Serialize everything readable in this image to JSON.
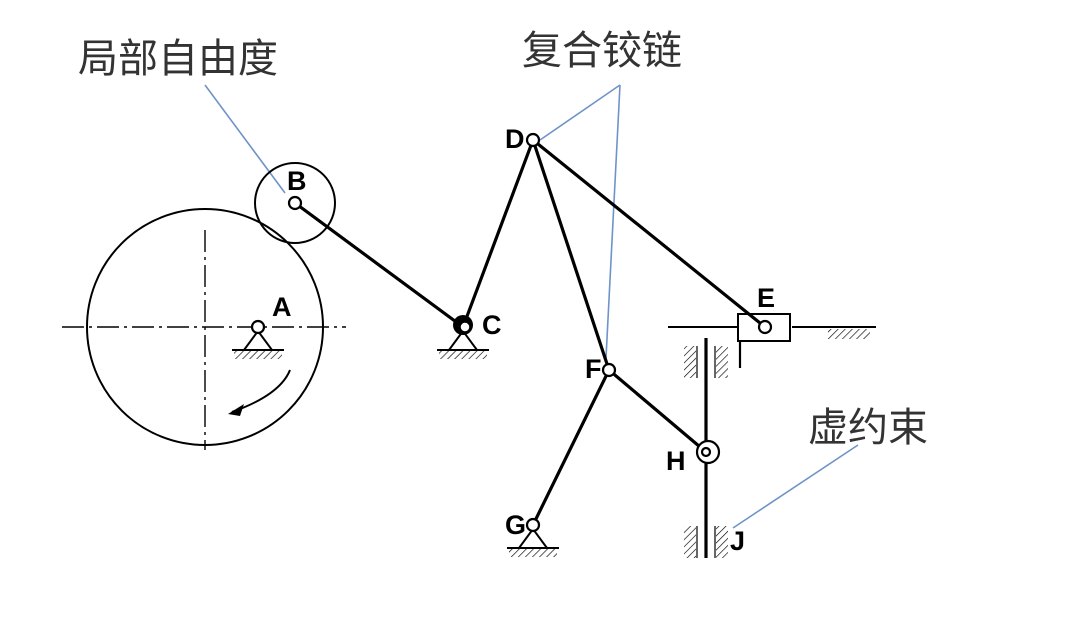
{
  "annotations": {
    "local_dof": "局部自由度",
    "compound_hinge": "复合铰链",
    "redundant_constraint": "虚约束"
  },
  "points": {
    "A": "A",
    "B": "B",
    "C": "C",
    "D": "D",
    "E": "E",
    "F": "F",
    "G": "G",
    "H": "H",
    "J": "J"
  },
  "colors": {
    "ink": "#000000",
    "label": "#333333",
    "callout": "#6f93c9"
  }
}
